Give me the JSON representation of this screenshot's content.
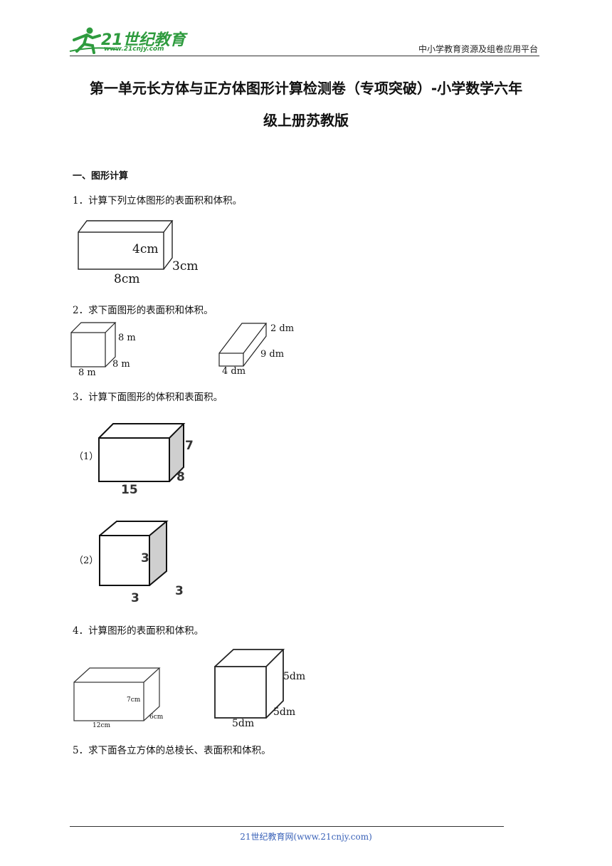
{
  "header": {
    "logo_text": "21世纪教育",
    "logo_url": "www.21cnjy.com",
    "platform": "中小学教育资源及组卷应用平台"
  },
  "title": {
    "line1": "第一单元长方体与正方体图形计算检测卷（专项突破）-小学数学六年",
    "line2": "级上册苏教版"
  },
  "section": "一、图形计算",
  "questions": [
    {
      "num": "1．",
      "text": "计算下列立体图形的表面积和体积。"
    },
    {
      "num": "2．",
      "text": "求下面图形的表面积和体积。"
    },
    {
      "num": "3．",
      "text": "计算下面图形的体积和表面积。"
    },
    {
      "num": "4．",
      "text": "计算图形的表面积和体积。"
    },
    {
      "num": "5．",
      "text": "求下面各立方体的总棱长、表面积和体积。"
    }
  ],
  "figures": {
    "q1": {
      "height": "4cm",
      "width": "3cm",
      "length": "8cm"
    },
    "q2": {
      "cube": {
        "height": "8 m",
        "width": "8 m",
        "length": "8 m"
      },
      "box": {
        "height": "2 dm",
        "width": "9 dm",
        "length": "4 dm"
      }
    },
    "q3": {
      "f1": {
        "label": "（1）",
        "height": "7",
        "width": "8",
        "length": "15"
      },
      "f2": {
        "label": "（2）",
        "height": "3",
        "width": "3",
        "length": "3"
      }
    },
    "q4": {
      "box": {
        "height": "7cm",
        "width": "6cm",
        "length": "12cm"
      },
      "cube": {
        "height": "5dm",
        "width": "5dm",
        "length": "5dm"
      }
    }
  },
  "footer": "21世纪教育网(www.21cnjy.com)"
}
